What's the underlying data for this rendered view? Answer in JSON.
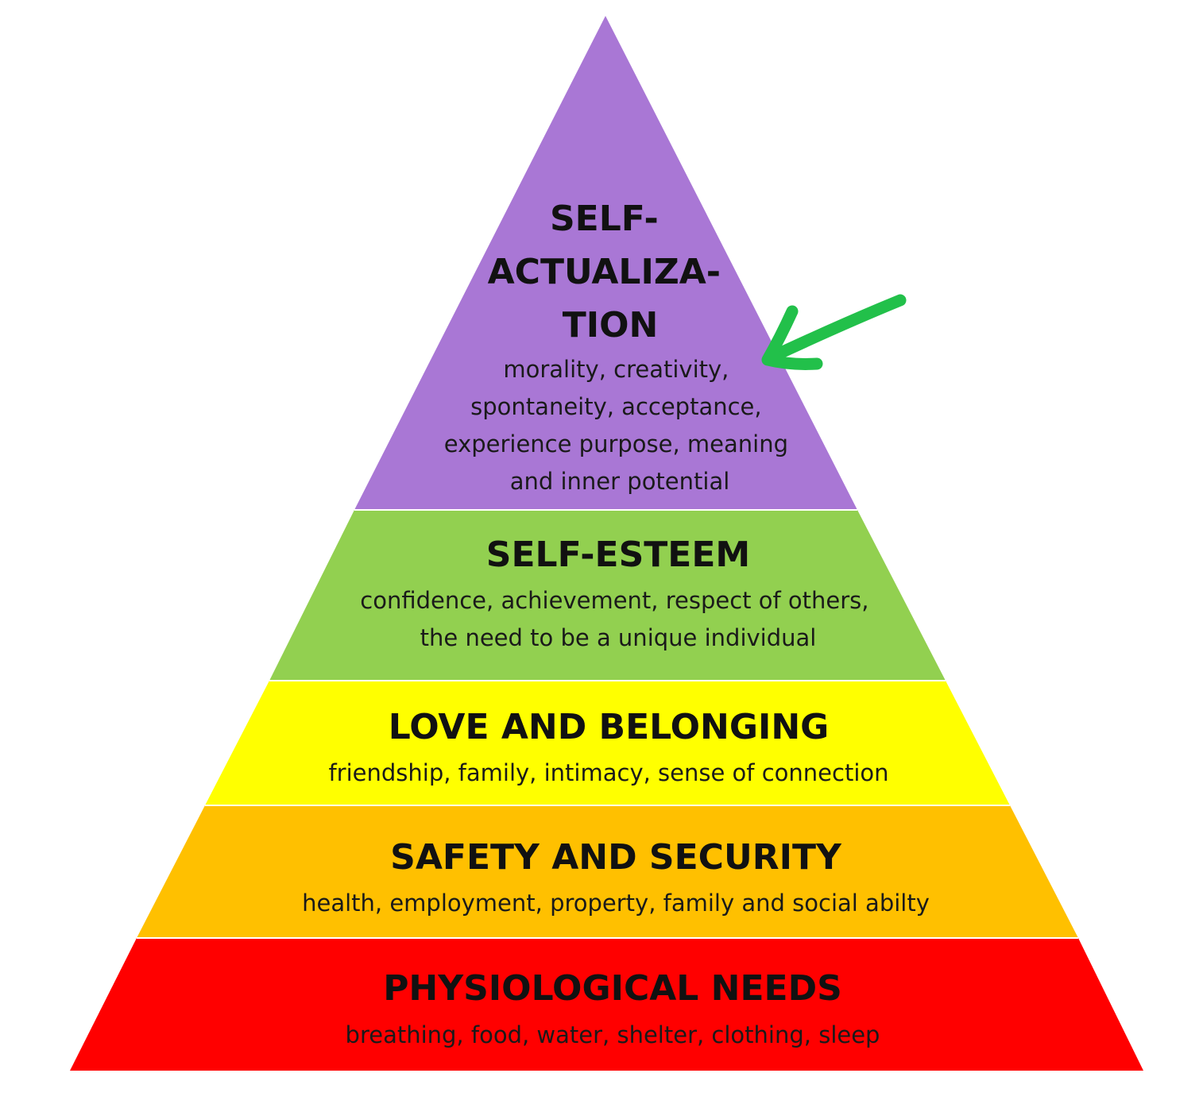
{
  "diagram": {
    "levels": [
      {
        "id": "self-actualization",
        "title_lines": [
          "SELF-",
          "ACTUALIZA-",
          "TION"
        ],
        "description_lines": [
          "morality, creativity,",
          "spontaneity, acceptance,",
          "experience purpose, meaning",
          "and inner potential"
        ],
        "color": "#A977D5"
      },
      {
        "id": "self-esteem",
        "title_lines": [
          "SELF-ESTEEM"
        ],
        "description_lines": [
          "confidence, achievement, respect of others,",
          "the need to be a unique individual"
        ],
        "color": "#92D050"
      },
      {
        "id": "love-and-belonging",
        "title_lines": [
          "LOVE AND BELONGING"
        ],
        "description_lines": [
          "friendship, family, intimacy, sense of connection"
        ],
        "color": "#FFFF00"
      },
      {
        "id": "safety-and-security",
        "title_lines": [
          "SAFETY AND SECURITY"
        ],
        "description_lines": [
          "health, employment, property, family and social abilty"
        ],
        "color": "#FFC000"
      },
      {
        "id": "physiological-needs",
        "title_lines": [
          "PHYSIOLOGICAL NEEDS"
        ],
        "description_lines": [
          "breathing, food, water, shelter, clothing, sleep"
        ],
        "color": "#FF0000"
      }
    ],
    "arrow": {
      "color": "#22C04A",
      "points_to": "self-actualization"
    }
  }
}
